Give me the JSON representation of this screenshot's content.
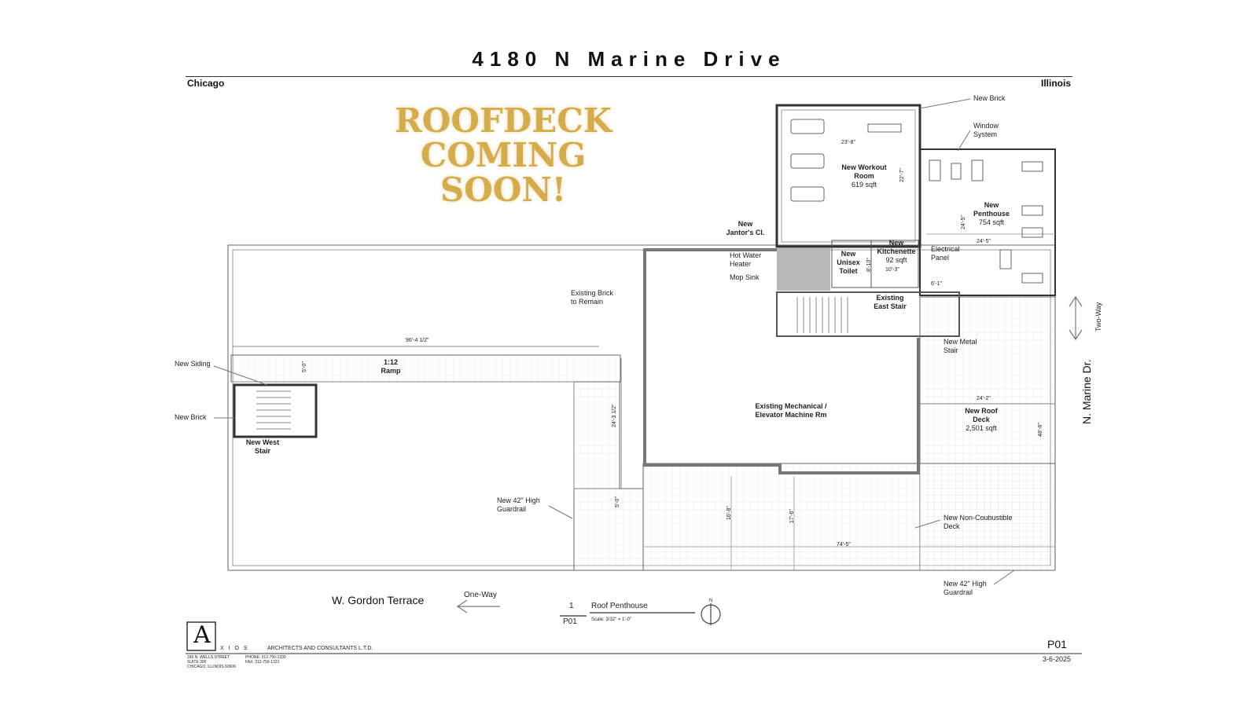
{
  "header": {
    "title": "4180 N Marine Drive",
    "city": "Chicago",
    "state": "Illinois"
  },
  "promo": {
    "line1": "ROOFDECK",
    "line2": "COMING",
    "line3": "SOON!"
  },
  "labels": {
    "new_brick_top": "New Brick",
    "window_system_1": "Window",
    "window_system_2": "System",
    "workout_1": "New Workout",
    "workout_2": "Room",
    "workout_3": "619 sqft",
    "penthouse_1": "New",
    "penthouse_2": "Penthouse",
    "penthouse_3": "754 sqft",
    "janitor_1": "New",
    "janitor_2": "Jantor's Cl.",
    "hot_water_1": "Hot Water",
    "hot_water_2": "Heater",
    "mop_sink": "Mop Sink",
    "toilet_1": "New",
    "toilet_2": "Unisex",
    "toilet_3": "Toilet",
    "kitchenette_1": "New",
    "kitchenette_2": "Kitchenette",
    "kitchenette_3": "92 sqft",
    "electrical_1": "Electrical",
    "electrical_2": "Panel",
    "existing_brick_1": "Existing Brick",
    "existing_brick_2": "to Remain",
    "east_stair_1": "Existing",
    "east_stair_2": "East Stair",
    "new_metal_1": "New Metal",
    "new_metal_2": "Stair",
    "new_siding": "New Siding",
    "ramp_1": "1:12",
    "ramp_2": "Ramp",
    "new_brick_left": "New Brick",
    "west_stair_1": "New West",
    "west_stair_2": "Stair",
    "mech_1": "Existing Mechanical  /",
    "mech_2": "Elevator Machine Rm",
    "roof_deck_1": "New Roof",
    "roof_deck_2": "Deck",
    "roof_deck_3": "2,501 sqft",
    "guardrail_mid_1": "New 42\" High",
    "guardrail_mid_2": "Guardrail",
    "noncomb_1": "New Non-Coubustible",
    "noncomb_2": "Deck",
    "guardrail_br_1": "New 42\" High",
    "guardrail_br_2": "Guardrail",
    "marine_dr": "N. Marine Dr.",
    "two_way": "Two-Way",
    "gordon": "W. Gordon Terrace",
    "one_way": "One-Way"
  },
  "dimensions": {
    "d1": "23'-8\"",
    "d2": "22'-7\"",
    "d3": "24'-5\"",
    "d4": "24'-5\"",
    "d5": "8'-10\"",
    "d6": "10'-3\"",
    "d7": "6'-1\"",
    "d8": "96'-4 1/2\"",
    "d9": "5'-0\"",
    "d10": "24'-3 1/2\"",
    "d11": "24'-2\"",
    "d12": "48'-6\"",
    "d13": "5'-0\"",
    "d14": "16'-8\"",
    "d15": "17'-6\"",
    "d16": "74'-5\""
  },
  "drawing": {
    "number": "1",
    "sheet": "P01",
    "name": "Roof Penthouse",
    "scale": "Scale: 3/32\" = 1'-0\"",
    "north": "N"
  },
  "footer": {
    "logo_letter": "A",
    "logo_word": "X I O S",
    "firm": "ARCHITECTS AND CONSULTANTS L.T.D.",
    "addr1": "180 N. WELLS STREET",
    "addr2": "SUITE 300",
    "addr3": "CHICAGO, ILLINOIS 60606",
    "phone": "PHONE: 312-750-1330",
    "fax": "FAX: 312-750-1331",
    "sheet_no": "P01",
    "date": "3-6-2025"
  },
  "colors": {
    "promo_gold": "#d4ac4c",
    "line": "#555555",
    "fill": "#b8b8b8"
  }
}
